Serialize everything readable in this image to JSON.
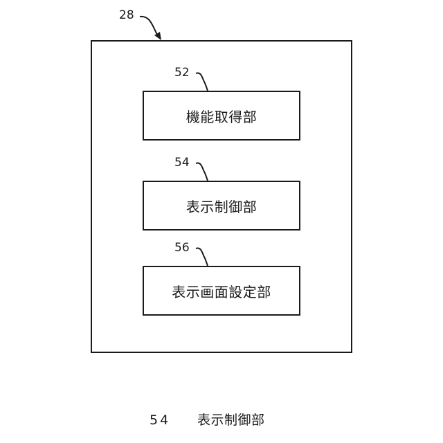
{
  "diagram": {
    "outer": {
      "ref": "28"
    },
    "units": [
      {
        "ref": "52",
        "label": "機能取得部"
      },
      {
        "ref": "54",
        "label": "表示制御部"
      },
      {
        "ref": "56",
        "label": "表示画面設定部"
      }
    ]
  },
  "caption": {
    "number": "54",
    "title": "表示制御部"
  }
}
